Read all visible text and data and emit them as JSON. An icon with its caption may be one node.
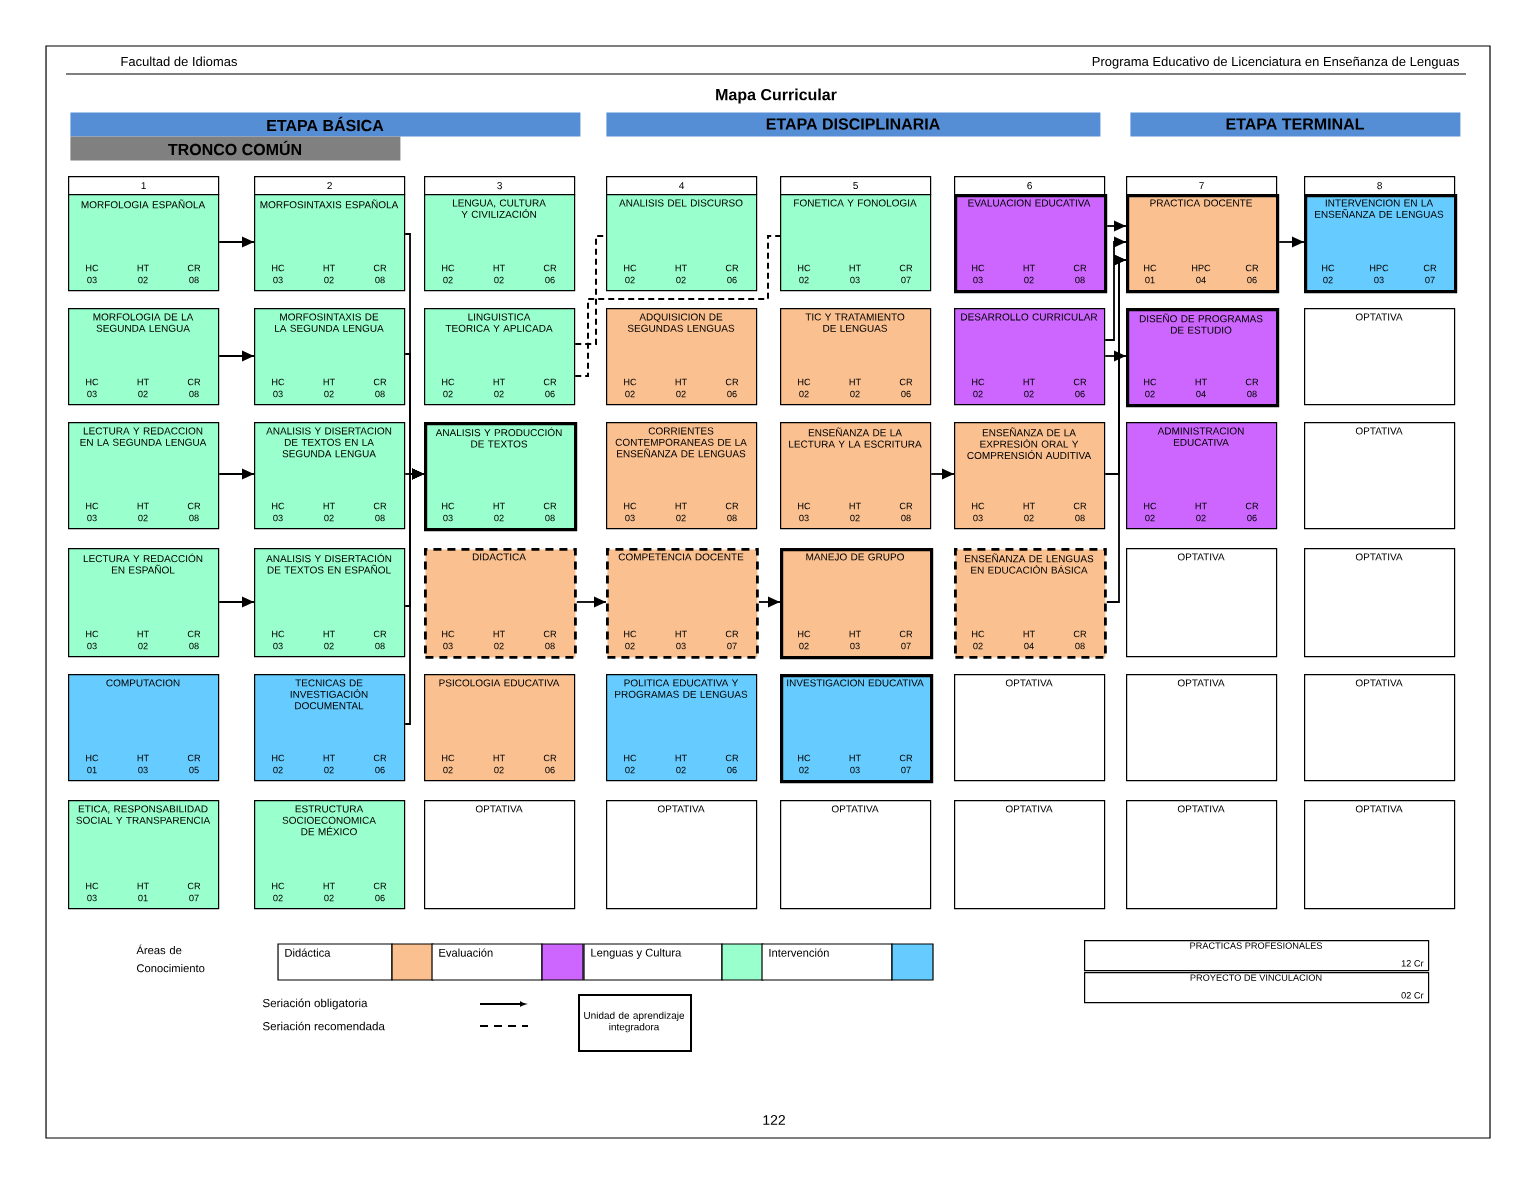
{
  "diagram": {
    "title": "Mapa Curricular",
    "nodes": [
      {
        "text": [
          "ETAPA BÁSICA"
        ]
      },
      {
        "text": [
          "ETAPA DISCIPLINARIA"
        ]
      },
      {
        "text": [
          "ETAPA TERMINAL"
        ]
      },
      {
        "text": [
          "TRONCO COMÚN"
        ]
      },
      {
        "text": [
          "MORFOLOGIA ESPAÑOLA",
          "HC",
          "03",
          "HT",
          "02",
          "CR",
          "08"
        ]
      },
      {
        "text": [
          "MORFOSINTAXIS ESPAÑOLA",
          "HC",
          "03",
          "HT",
          "02",
          "CR",
          "08"
        ]
      },
      {
        "text": [
          "LENGUA, CULTURA Y CIVILIZACIÓN",
          "HC",
          "02",
          "HT",
          "02",
          "CR",
          "06"
        ]
      },
      {
        "text": [
          "ANALISIS DEL DISCURSO",
          "HC",
          "02",
          "HT",
          "02",
          "CR",
          "06"
        ]
      },
      {
        "text": [
          "FONETICA Y FONOLOGIA",
          "HC",
          "02",
          "HT",
          "03",
          "CR",
          "07"
        ]
      },
      {
        "text": [
          "EVALUACION EDUCATIVA",
          "HC",
          "03",
          "HT",
          "02",
          "CR",
          "08"
        ]
      },
      {
        "text": [
          "PRACTICA DOCENTE",
          "HC",
          "01",
          "HPC",
          "04",
          "CR",
          "06"
        ]
      },
      {
        "text": [
          "INTERVENCION EN LA ENSEÑANZA DE LENGUAS",
          "HC",
          "02",
          "HPC",
          "03",
          "CR",
          "07"
        ]
      },
      {
        "text": [
          "MORFOLOGIA DE LA SEGUNDA LENGUA",
          "HC",
          "03",
          "HT",
          "02",
          "CR",
          "08"
        ]
      },
      {
        "text": [
          "MORFOSINTAXIS DE LA SEGUNDA LENGUA",
          "HC",
          "03",
          "HT",
          "02",
          "CR",
          "08"
        ]
      },
      {
        "text": [
          "LINGUISTICA TEORICA Y APLICADA",
          "HC",
          "02",
          "HT",
          "02",
          "CR",
          "06"
        ]
      },
      {
        "text": [
          "ADQUISICION DE SEGUNDAS LENGUAS",
          "HC",
          "02",
          "HT",
          "02",
          "CR",
          "06"
        ]
      },
      {
        "text": [
          "TIC Y TRATAMIENTO DE LENGUAS",
          "HC",
          "02",
          "HT",
          "02",
          "CR",
          "06"
        ]
      },
      {
        "text": [
          "DESARROLLO CURRICULAR",
          "HC",
          "02",
          "HT",
          "02",
          "CR",
          "06"
        ]
      },
      {
        "text": [
          "DISEÑO DE PROGRAMAS DE ESTUDIO",
          "HC",
          "02",
          "HT",
          "04",
          "CR",
          "08"
        ]
      },
      {
        "text": [
          "OPTATIVA"
        ]
      },
      {
        "text": [
          "LECTURA Y REDACCION EN LA SEGUNDA LENGUA",
          "HC",
          "03",
          "HT",
          "02",
          "CR",
          "08"
        ]
      },
      {
        "text": [
          "ANALISIS Y DISERTACION DE TEXTOS EN LA SEGUNDA LENGUA",
          "HC",
          "03",
          "HT",
          "02",
          "CR",
          "08"
        ]
      },
      {
        "text": [
          "ANALISIS Y PRODUCCIÓN DE TEXTOS",
          "HC",
          "03",
          "HT",
          "02",
          "CR",
          "08"
        ]
      },
      {
        "text": [
          "CORRIENTES CONTEMPORANEAS DE LA ENSEÑANZA DE LENGUAS",
          "HC",
          "03",
          "HT",
          "02",
          "CR",
          "08"
        ]
      },
      {
        "text": [
          "ENSEÑANZA DE LA LECTURA Y LA ESCRITURA",
          "HC",
          "03",
          "HT",
          "02",
          "CR",
          "08"
        ]
      },
      {
        "text": [
          "ENSEÑANZA DE LA EXPRESIÓN ORAL Y COMPRENSIÓN AUDITIVA",
          "HC",
          "03",
          "HT",
          "02",
          "CR",
          "08"
        ]
      },
      {
        "text": [
          "ADMINISTRACION EDUCATIVA",
          "HC",
          "02",
          "HT",
          "02",
          "CR",
          "06"
        ]
      },
      {
        "text": [
          "OPTATIVA"
        ]
      },
      {
        "text": [
          "LECTURA Y REDACCIÓN EN ESPAÑOL",
          "HC",
          "03",
          "HT",
          "02",
          "CR",
          "08"
        ]
      },
      {
        "text": [
          "ANALISIS Y DISERTACIÓN DE TEXTOS EN ESPAÑOL",
          "HC",
          "03",
          "HT",
          "02",
          "CR",
          "08"
        ]
      },
      {
        "text": [
          "DIDACTICA",
          "HC",
          "03",
          "HT",
          "02",
          "CR",
          "08"
        ]
      },
      {
        "text": [
          "COMPETENCIA DOCENTE",
          "HC",
          "02",
          "HT",
          "03",
          "CR",
          "07"
        ]
      },
      {
        "text": [
          "MANEJO DE GRUPO",
          "HC",
          "02",
          "HT",
          "03",
          "CR",
          "07"
        ]
      },
      {
        "text": [
          "ENSEÑANZA DE LENGUAS EN EDUCACIÓN BÁSICA",
          "HC",
          "02",
          "HT",
          "04",
          "CR",
          "08"
        ]
      },
      {
        "text": [
          "OPTATIVA"
        ]
      },
      {
        "text": [
          "OPTATIVA"
        ]
      },
      {
        "text": [
          "COMPUTACION",
          "HC",
          "01",
          "HT",
          "03",
          "CR",
          "05"
        ]
      },
      {
        "text": [
          "TECNICAS DE INVESTIGACIÓN DOCUMENTAL",
          "HC",
          "02",
          "HT",
          "02",
          "CR",
          "06"
        ]
      },
      {
        "text": [
          "PSICOLOGIA EDUCATIVA",
          "HC",
          "02",
          "HT",
          "02",
          "CR",
          "06"
        ]
      },
      {
        "text": [
          "POLITICA EDUCATIVA Y PROGRAMAS DE LENGUAS",
          "HC",
          "02",
          "HT",
          "02",
          "CR",
          "06"
        ]
      },
      {
        "text": [
          "INVESTIGACION EDUCATIVA",
          "HC",
          "02",
          "HT",
          "03",
          "CR",
          "07"
        ]
      },
      {
        "text": [
          "OPTATIVA"
        ]
      },
      {
        "text": [
          "OPTATIVA"
        ]
      },
      {
        "text": [
          "OPTATIVA"
        ]
      },
      {
        "text": [
          "ETICA, RESPONSABILIDAD SOCIAL Y TRANSPARENCIA",
          "HC",
          "03",
          "HT",
          "01",
          "CR",
          "07"
        ]
      },
      {
        "text": [
          "ESTRUCTURA SOCIOECONOMICA DE MÉXICO",
          "HC",
          "02",
          "HT",
          "02",
          "CR",
          "06"
        ]
      },
      {
        "text": [
          "OPTATIVA"
        ]
      },
      {
        "text": [
          "OPTATIVA"
        ]
      },
      {
        "text": [
          "OPTATIVA"
        ]
      },
      {
        "text": [
          "OPTATIVA"
        ]
      },
      {
        "text": [
          "OPTATIVA"
        ]
      },
      {
        "text": [
          "OPTATIVA"
        ]
      },
      {
        "text": [
          "Unidad de aprendizaje integradora"
        ]
      },
      {
        "text": [
          "PRACTICAS PROFESIONALES",
          "12 Cr"
        ]
      },
      {
        "text": [
          "PROYECTO DE VINCULACION",
          "02 Cr"
        ]
      }
    ],
    "edges": [
      {
        "from": 4,
        "to": 5,
        "arrow": "to"
      },
      {
        "from": 12,
        "to": 13,
        "arrow": "to"
      },
      {
        "from": 20,
        "to": 21,
        "arrow": "to"
      },
      {
        "from": 28,
        "to": 29,
        "arrow": "to"
      },
      {
        "from": 5,
        "to": 22,
        "arrow": "to"
      },
      {
        "from": 13,
        "to": 22,
        "arrow": "to"
      },
      {
        "from": 21,
        "to": 22,
        "arrow": "to"
      },
      {
        "from": 29,
        "to": 22,
        "arrow": "to"
      },
      {
        "from": 37,
        "to": 22,
        "arrow": "to"
      },
      {
        "from": 14,
        "to": 7,
        "arrow": "none",
        "style": "dashed"
      },
      {
        "from": 14,
        "to": 8,
        "arrow": "none",
        "style": "dashed"
      },
      {
        "from": 30,
        "to": 31,
        "arrow": "to"
      },
      {
        "from": 31,
        "to": 32,
        "arrow": "to"
      },
      {
        "from": 24,
        "to": 25,
        "arrow": "to"
      },
      {
        "from": 9,
        "to": 10,
        "arrow": "to"
      },
      {
        "from": 17,
        "to": 10,
        "arrow": "to"
      },
      {
        "from": 25,
        "to": 10,
        "arrow": "to"
      },
      {
        "from": 33,
        "to": 10,
        "arrow": "to"
      },
      {
        "from": 17,
        "to": 18,
        "arrow": "to"
      },
      {
        "from": 10,
        "to": 11,
        "arrow": "to"
      }
    ],
    "labels": [
      "Facultad de Idiomas",
      "Programa Educativo de Licenciatura en Enseñanza de Lenguas",
      "1",
      "2",
      "3",
      "4",
      "5",
      "6",
      "7",
      "8",
      "Áreas de Conocimiento",
      "122"
    ],
    "legend": [
      {
        "text": "Didáctica",
        "color": "#fac090"
      },
      {
        "text": "Evaluación",
        "color": "#cc66ff"
      },
      {
        "text": "Lenguas y Cultura",
        "color": "#99ffcc"
      },
      {
        "text": "Intervención",
        "color": "#66ccff"
      },
      {
        "text": "Seriación obligatoria"
      },
      {
        "text": "Seriación recomendada"
      }
    ]
  }
}
